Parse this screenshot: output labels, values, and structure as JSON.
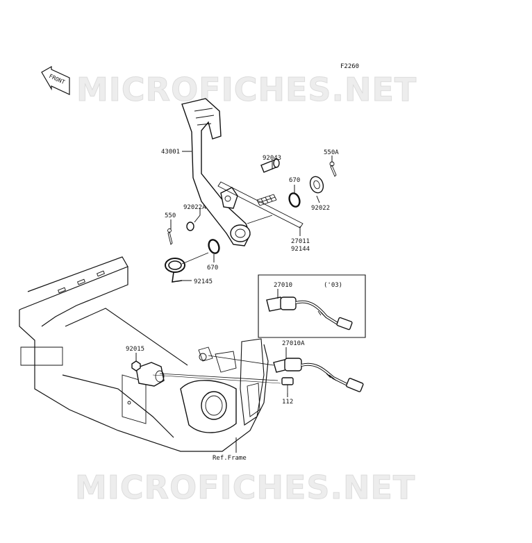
{
  "figure_code": "F2260",
  "front_badge": "FRONT",
  "watermark": "MICROFICHES.NET",
  "callouts": {
    "p43001": "43001",
    "p92043": "92043",
    "p550A": "550A",
    "p670_top": "670",
    "p92022": "92022",
    "p92022A": "92022A",
    "p550": "550",
    "p27011": "27011",
    "p92144": "92144",
    "p670_bottom": "670",
    "p92145": "92145",
    "p27010": "27010",
    "p03": "('03)",
    "p27010A": "27010A",
    "p92015": "92015",
    "p112": "112",
    "ref_frame": "Ref.Frame"
  }
}
